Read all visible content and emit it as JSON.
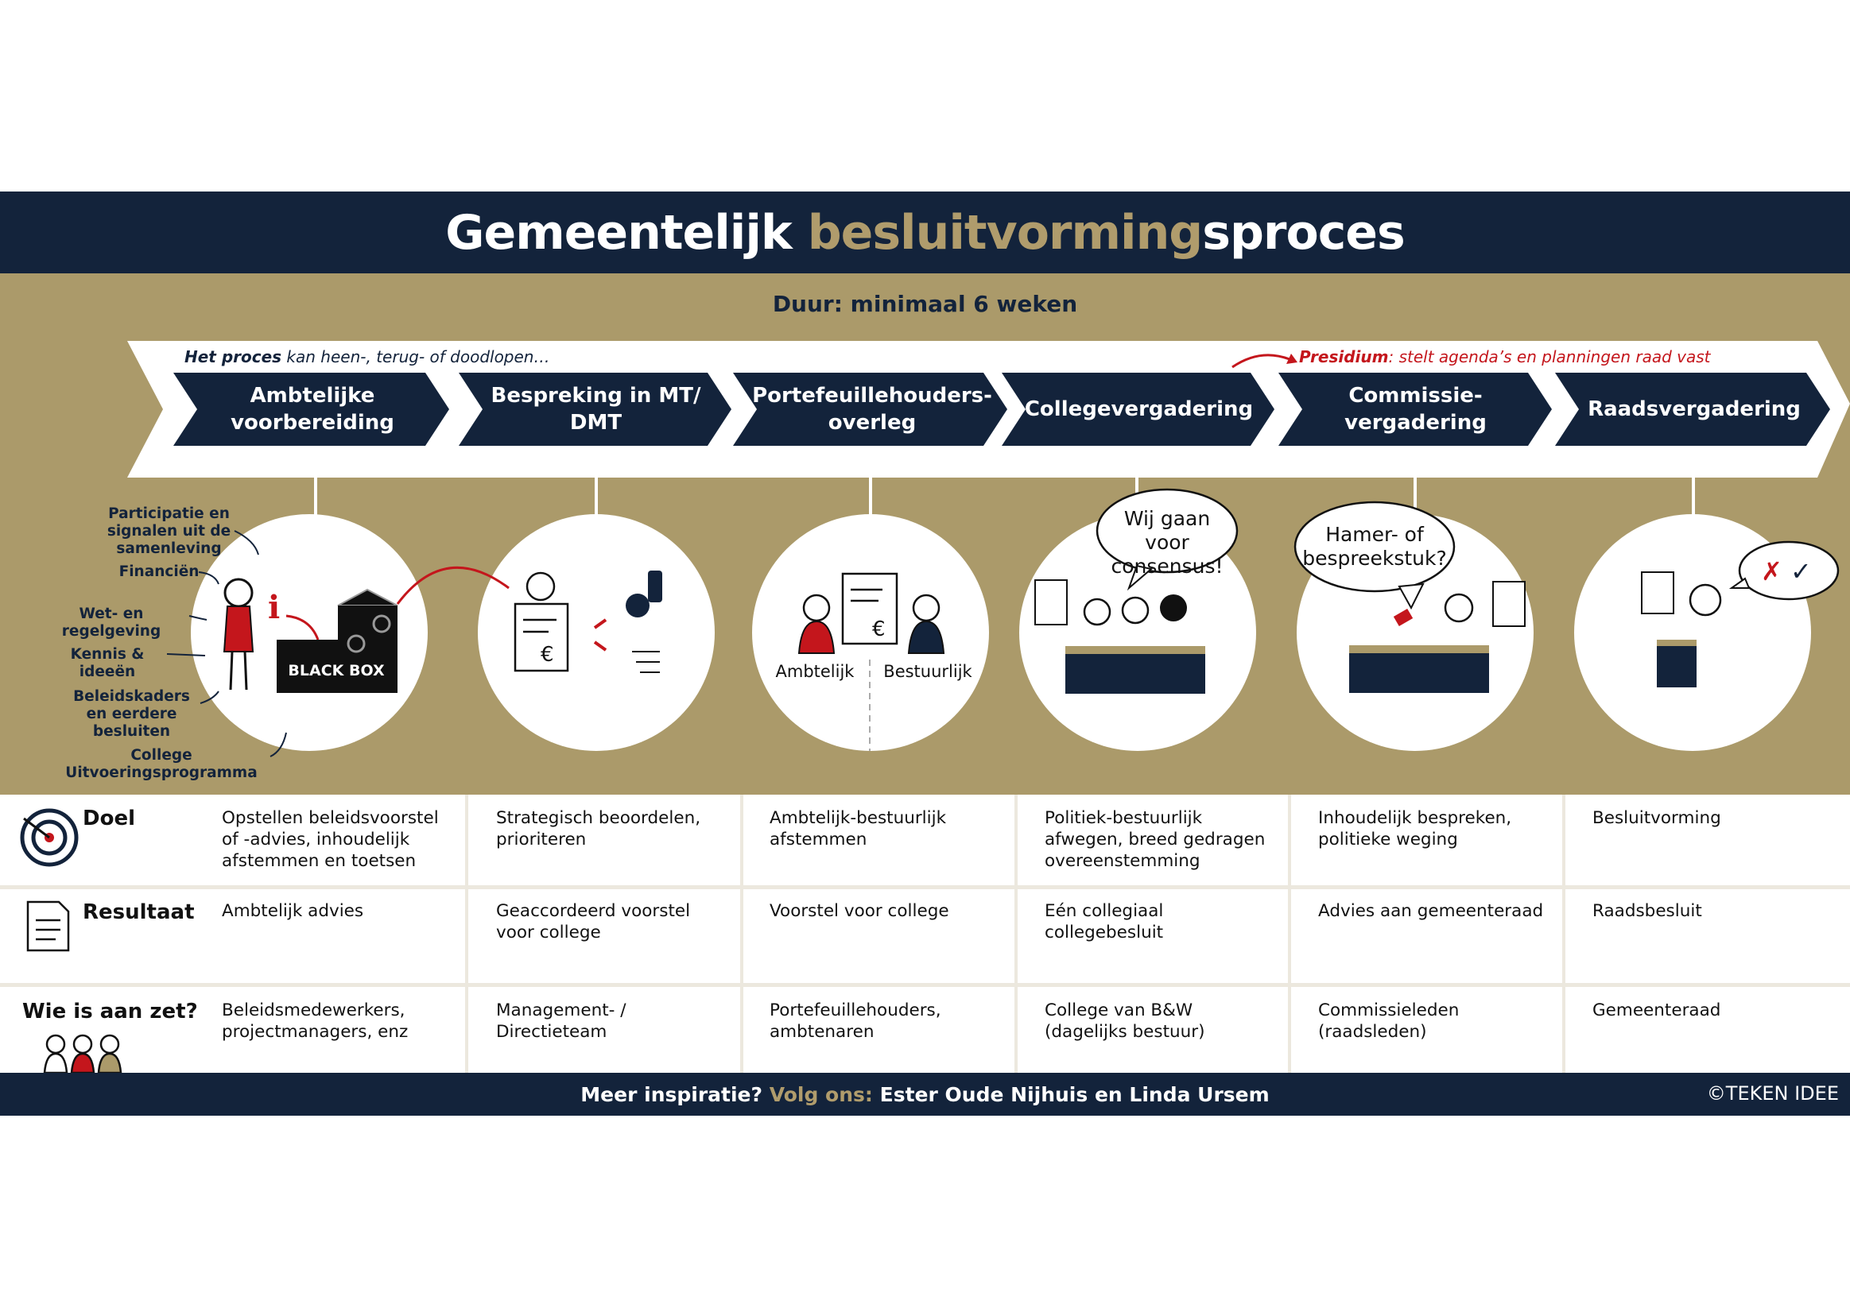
{
  "title": {
    "part1": "Gemeentelijk ",
    "part2": "besluitvorming",
    "part3": "sproces"
  },
  "duration": "Duur: minimaal 6 weken",
  "notes": {
    "left_bold": "Het proces",
    "left_rest": " kan heen-, terug- of doodlopen…",
    "right_bold": "Presidium",
    "right_rest": ": stelt agenda’s en planningen raad vast"
  },
  "steps": [
    "Ambtelijke voorbereiding",
    "Bespreking in MT/ DMT",
    "Portefeuillehouders-overleg",
    "Collegevergadering",
    "Commissie-vergadering",
    "Raadsvergadering"
  ],
  "inputs": [
    "Participatie en signalen uit de samenleving",
    "Financiën",
    "Wet- en regelgeving",
    "Kennis & ideeën",
    "Beleidskaders en eerdere besluiten",
    "College Uitvoeringsprogramma"
  ],
  "illustrations": {
    "black_box": "BLACK BOX",
    "ambtelijk": "Ambtelijk",
    "bestuurlijk": "Bestuurlijk",
    "speech_college": "Wij gaan voor consensus!",
    "speech_commissie": "Hamer- of bespreekstuk?"
  },
  "rows": {
    "doel": {
      "label": "Doel",
      "cells": [
        "Opstellen beleidsvoorstel of -advies, inhoudelijk afstemmen en toetsen",
        "Strategisch beoordelen, prioriteren",
        "Ambtelijk-bestuurlijk afstemmen",
        "Politiek-bestuurlijk afwegen, breed gedragen overeenstemming",
        "Inhoudelijk bespreken, politieke weging",
        "Besluitvorming"
      ]
    },
    "resultaat": {
      "label": "Resultaat",
      "cells": [
        "Ambtelijk advies",
        "Geaccordeerd voorstel voor college",
        "Voorstel voor college",
        "Eén collegiaal collegebesluit",
        "Advies aan gemeenteraad",
        "Raadsbesluit"
      ]
    },
    "wie": {
      "label": "Wie is aan zet?",
      "cells": [
        "Beleidsmedewerkers, projectmanagers, enz",
        "Management- / Directieteam",
        "Portefeuillehouders, ambtenaren",
        "College van B&W (dagelijks bestuur)",
        "Commissieleden (raadsleden)",
        "Gemeenteraad"
      ]
    }
  },
  "footer": {
    "a": "Meer inspiratie? ",
    "b": "Volg ons: ",
    "c": "Ester Oude Nijhuis en Linda Ursem"
  },
  "copyright": "©TEKEN IDEE",
  "colors": {
    "navy": "#13233b",
    "gold": "#ab9a6a",
    "red": "#c4161c"
  }
}
